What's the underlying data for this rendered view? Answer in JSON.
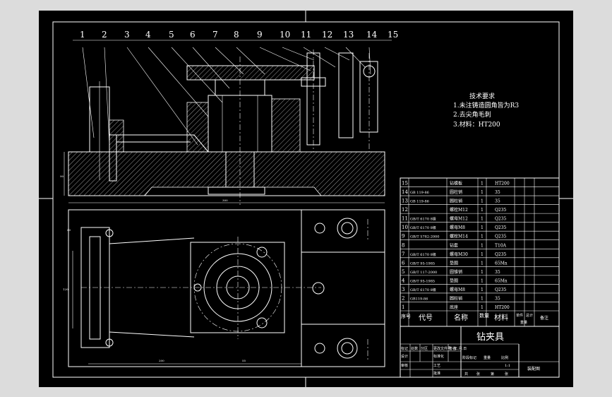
{
  "balloons": [
    "1",
    "2",
    "3",
    "4",
    "5",
    "6",
    "7",
    "8",
    "9",
    "10",
    "11",
    "12",
    "13",
    "14",
    "15"
  ],
  "tech_requirements": {
    "title": "技术要求",
    "items": [
      "1.未注铸造圆角皆为R3",
      "2.去尖角毛刺",
      "3.材料：HT200"
    ]
  },
  "bom": [
    {
      "no": "15",
      "code": "",
      "name": "钻模板",
      "qty": "1",
      "material": "HT200"
    },
    {
      "no": "14",
      "code": "GB 119-86",
      "name": "圆柱销",
      "qty": "1",
      "material": "35"
    },
    {
      "no": "13",
      "code": "GB 119-86",
      "name": "圆柱销",
      "qty": "1",
      "material": "35"
    },
    {
      "no": "12",
      "code": "",
      "name": "螺栓M12",
      "qty": "1",
      "material": "Q235"
    },
    {
      "no": "11",
      "code": "GB/T 6170 8级",
      "name": "螺母M12",
      "qty": "1",
      "material": "Q235"
    },
    {
      "no": "10",
      "code": "GB/T 6170 8级",
      "name": "螺母M8",
      "qty": "1",
      "material": "Q235"
    },
    {
      "no": "9",
      "code": "GB/T 5782-2000",
      "name": "螺栓M14",
      "qty": "1",
      "material": "Q235"
    },
    {
      "no": "8",
      "code": "",
      "name": "钻套",
      "qty": "1",
      "material": "T10A"
    },
    {
      "no": "7",
      "code": "GB/T 6170 8级",
      "name": "螺母M30",
      "qty": "1",
      "material": "Q235"
    },
    {
      "no": "6",
      "code": "GB/T 95-1985",
      "name": "垫圈",
      "qty": "1",
      "material": "65Mn"
    },
    {
      "no": "5",
      "code": "GB/T 117-2000",
      "name": "圆锥销",
      "qty": "1",
      "material": "35"
    },
    {
      "no": "4",
      "code": "GB/T 95-1985",
      "name": "垫圈",
      "qty": "1",
      "material": "65Mn"
    },
    {
      "no": "3",
      "code": "GB/T 6170 8级",
      "name": "螺母M8",
      "qty": "1",
      "material": "Q235"
    },
    {
      "no": "2",
      "code": "GB119-86",
      "name": "圆柱销",
      "qty": "1",
      "material": "35"
    },
    {
      "no": "1",
      "code": "",
      "name": "底座",
      "qty": "1",
      "material": "HT200"
    }
  ],
  "bom_header": {
    "no": "序号",
    "code": "代号",
    "name": "名称",
    "qty": "数量",
    "material": "材料",
    "single": "单件",
    "total": "总计",
    "weight": "重量",
    "remark": "备注"
  },
  "title_block": {
    "title": "钻夹具",
    "row1": [
      "标记",
      "处数",
      "分区",
      "更改文件号",
      "签名",
      "年.月.日"
    ],
    "row2": [
      "设计",
      "",
      "标准化",
      ""
    ],
    "row3": [
      "审核",
      "",
      "工艺",
      "",
      "批准"
    ],
    "stage": [
      "阶段标记",
      "重量",
      "比例"
    ],
    "sheets": [
      "共",
      "张",
      "第",
      "张"
    ],
    "scale": "1:1",
    "drawing_no": "装配图"
  },
  "dims": {
    "d1": "200",
    "d2": "120",
    "d3": "55",
    "d4": "300",
    "d5": "90",
    "d6": "40"
  }
}
